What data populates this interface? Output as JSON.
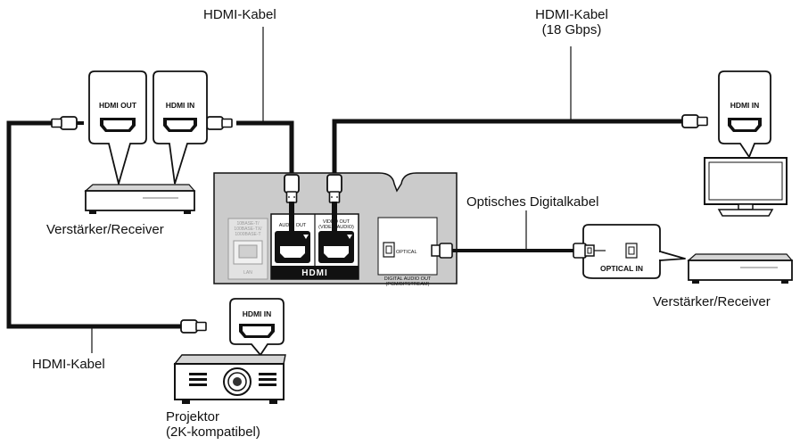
{
  "labels": {
    "cable_top_left": "HDMI-Kabel",
    "cable_top_right_line1": "HDMI-Kabel",
    "cable_top_right_line2": "(18 Gbps)",
    "optical_cable": "Optisches Digitalkabel",
    "amp_left": "Verstärker/Receiver",
    "amp_right": "Verstärker/Receiver",
    "cable_bottom_left": "HDMI-Kabel",
    "projector_line1": "Projektor",
    "projector_line2": "(2K-kompatibel)"
  },
  "bubbles": {
    "amp_hdmi_out": "HDMI OUT",
    "amp_hdmi_in": "HDMI IN",
    "tv_hdmi_in": "HDMI IN",
    "projector_hdmi_in": "HDMI IN",
    "optical_in": "OPTICAL IN"
  },
  "player_panel": {
    "lan_spec_1": "10BASE-T/",
    "lan_spec_2": "100BASE-TX/",
    "lan_spec_3": "1000BASE-T",
    "lan_label": "LAN",
    "audio_out": "AUDIO OUT",
    "video_out_1": "VIDEO OUT",
    "video_out_2": "(VIDEO/AUDIO)",
    "hdmi_logo": "HDMI",
    "optical_port": "OPTICAL",
    "digital_audio_out_1": "DIGITAL AUDIO OUT",
    "digital_audio_out_2": "(PCM/BITSTREAM)"
  }
}
